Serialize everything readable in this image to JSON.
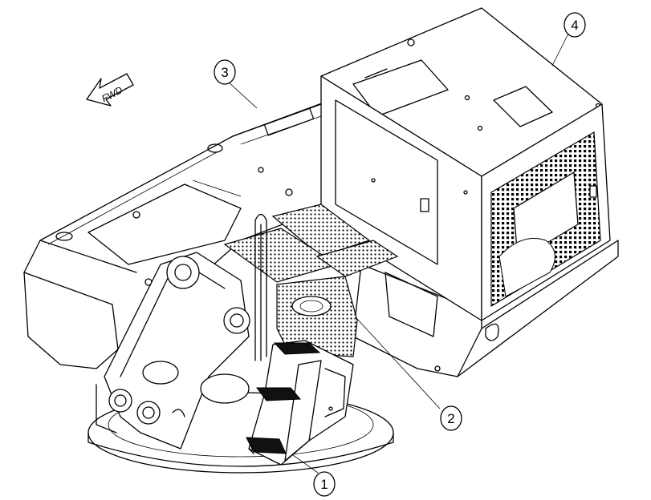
{
  "direction_label": "FWD",
  "callouts": [
    {
      "id": "1",
      "label": "1"
    },
    {
      "id": "2",
      "label": "2"
    },
    {
      "id": "3",
      "label": "3"
    },
    {
      "id": "4",
      "label": "4"
    }
  ],
  "colors": {
    "line": "#000000",
    "background": "#ffffff"
  }
}
